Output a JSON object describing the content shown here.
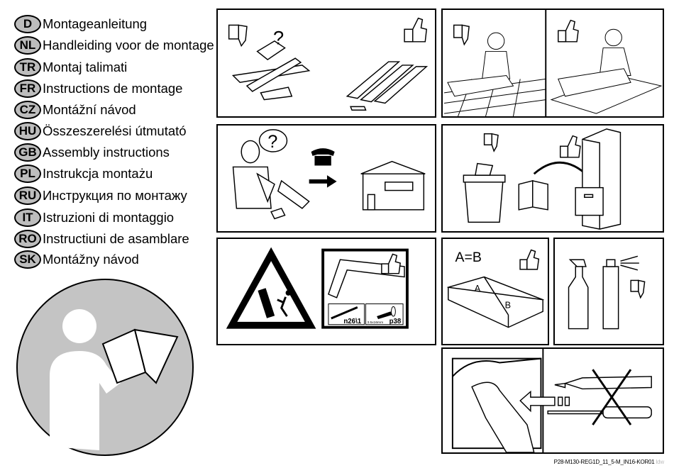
{
  "languages": [
    {
      "code": "D",
      "label": "Montageanleitung"
    },
    {
      "code": "NL",
      "label": "Handleiding voor de montage"
    },
    {
      "code": "TR",
      "label": "Montaj talimati"
    },
    {
      "code": "FR",
      "label": "Instructions de montage"
    },
    {
      "code": "CZ",
      "label": "Montážní návod"
    },
    {
      "code": "HU",
      "label": "Összeszerelési útmutató"
    },
    {
      "code": "GB",
      "label": "Assembly instructions"
    },
    {
      "code": "PL",
      "label": "Instrukcja montażu"
    },
    {
      "code": "RU",
      "label": "Инструкция по монтажу"
    },
    {
      "code": "IT",
      "label": "Istruzioni di montaggio"
    },
    {
      "code": "RO",
      "label": "Instructiuni de asamblare"
    },
    {
      "code": "SK",
      "label": "Montážny návod"
    }
  ],
  "panels": {
    "sorting": {
      "question_mark": "?"
    },
    "support": {
      "question_mark": "?"
    },
    "parts": {
      "part_1": "n26\\1",
      "part_2_size": "3.5x16mm",
      "part_2": "p38"
    },
    "measure": {
      "equation": "A=B",
      "label_a": "A",
      "label_b": "B"
    }
  },
  "footer": {
    "document_code": "P28-M130-REG1D_11_5-M_IN16-KOR01",
    "suffix": "ldw"
  },
  "colors": {
    "badge": "#bdbdbd",
    "circle": "#c4c4c4"
  }
}
